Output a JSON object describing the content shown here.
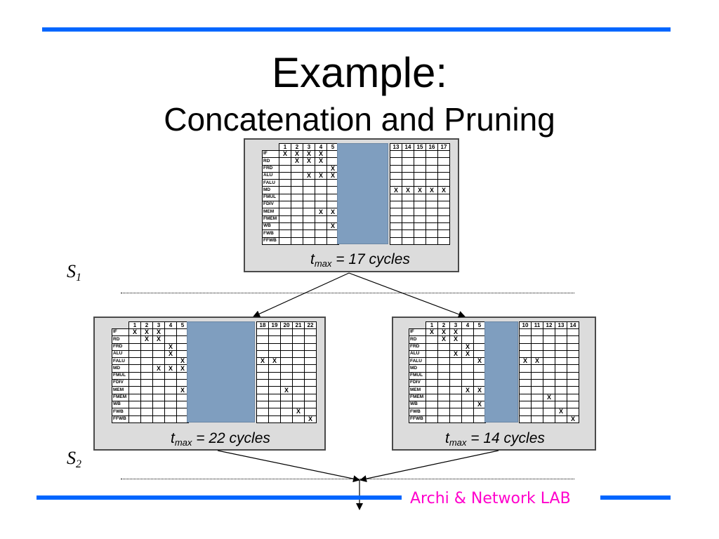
{
  "slide": {
    "title": "Example:",
    "subtitle": "Concatenation and Pruning",
    "footer": "Archi & Network LAB",
    "accent_color": "#0066ff",
    "footer_color": "#ff00cc",
    "gap_color": "#7f9ebf",
    "panel_color": "#dcdcdc"
  },
  "labels": {
    "s1": "S",
    "s1_sub": "1",
    "s2": "S",
    "s2_sub": "2"
  },
  "rows": [
    "IF",
    "RD",
    "FRD",
    "ALU",
    "FALU",
    "MD",
    "FMUL",
    "FDIV",
    "MEM",
    "FMEM",
    "WB",
    "FWB",
    "FFWB"
  ],
  "tables": {
    "top": {
      "left_cols": [
        "1",
        "2",
        "3",
        "4",
        "5"
      ],
      "right_cols": [
        "13",
        "14",
        "15",
        "16",
        "17"
      ],
      "tmax_prefix": "t",
      "tmax_sub": "max",
      "tmax_rest": " = 17 cycles",
      "left_marks": [
        [
          "X",
          "X",
          "X",
          "X",
          ""
        ],
        [
          "",
          "X",
          "X",
          "X",
          ""
        ],
        [
          "",
          "",
          "",
          "",
          "X"
        ],
        [
          "",
          "",
          "X",
          "X",
          "X"
        ],
        [
          "",
          "",
          "",
          "",
          ""
        ],
        [
          "",
          "",
          "",
          "",
          ""
        ],
        [
          "",
          "",
          "",
          "",
          ""
        ],
        [
          "",
          "",
          "",
          "",
          ""
        ],
        [
          "",
          "",
          "",
          "X",
          "X"
        ],
        [
          "",
          "",
          "",
          "",
          ""
        ],
        [
          "",
          "",
          "",
          "",
          "X"
        ],
        [
          "",
          "",
          "",
          "",
          ""
        ],
        [
          "",
          "",
          "",
          "",
          ""
        ]
      ],
      "right_marks": [
        [
          "",
          "",
          "",
          "",
          ""
        ],
        [
          "",
          "",
          "",
          "",
          ""
        ],
        [
          "",
          "",
          "",
          "",
          ""
        ],
        [
          "",
          "",
          "",
          "",
          ""
        ],
        [
          "",
          "",
          "",
          "",
          ""
        ],
        [
          "X",
          "X",
          "X",
          "X",
          "X"
        ],
        [
          "",
          "",
          "",
          "",
          ""
        ],
        [
          "",
          "",
          "",
          "",
          ""
        ],
        [
          "",
          "",
          "",
          "",
          ""
        ],
        [
          "",
          "",
          "",
          "",
          ""
        ],
        [
          "",
          "",
          "",
          "",
          ""
        ],
        [
          "",
          "",
          "",
          "",
          ""
        ],
        [
          "",
          "",
          "",
          "",
          ""
        ]
      ]
    },
    "left": {
      "left_cols": [
        "1",
        "2",
        "3",
        "4",
        "5"
      ],
      "right_cols": [
        "18",
        "19",
        "20",
        "21",
        "22"
      ],
      "tmax_prefix": "t",
      "tmax_sub": "max",
      "tmax_rest": " = 22 cycles",
      "left_marks": [
        [
          "X",
          "X",
          "X",
          "",
          ""
        ],
        [
          "",
          "X",
          "X",
          "",
          ""
        ],
        [
          "",
          "",
          "",
          "X",
          ""
        ],
        [
          "",
          "",
          "",
          "X",
          ""
        ],
        [
          "",
          "",
          "",
          "",
          "X"
        ],
        [
          "",
          "",
          "X",
          "X",
          "X"
        ],
        [
          "",
          "",
          "",
          "",
          ""
        ],
        [
          "",
          "",
          "",
          "",
          ""
        ],
        [
          "",
          "",
          "",
          "",
          "X"
        ],
        [
          "",
          "",
          "",
          "",
          ""
        ],
        [
          "",
          "",
          "",
          "",
          ""
        ],
        [
          "",
          "",
          "",
          "",
          ""
        ],
        [
          "",
          "",
          "",
          "",
          ""
        ]
      ],
      "right_marks": [
        [
          "",
          "",
          "",
          "",
          ""
        ],
        [
          "",
          "",
          "",
          "",
          ""
        ],
        [
          "",
          "",
          "",
          "",
          ""
        ],
        [
          "",
          "",
          "",
          "",
          ""
        ],
        [
          "X",
          "X",
          "",
          "",
          ""
        ],
        [
          "",
          "",
          "",
          "",
          ""
        ],
        [
          "",
          "",
          "",
          "",
          ""
        ],
        [
          "",
          "",
          "",
          "",
          ""
        ],
        [
          "",
          "",
          "X",
          "",
          ""
        ],
        [
          "",
          "",
          "",
          "",
          ""
        ],
        [
          "",
          "",
          "",
          "",
          ""
        ],
        [
          "",
          "",
          "",
          "X",
          ""
        ],
        [
          "",
          "",
          "",
          "",
          "X"
        ]
      ]
    },
    "right": {
      "left_cols": [
        "1",
        "2",
        "3",
        "4",
        "5"
      ],
      "right_cols": [
        "10",
        "11",
        "12",
        "13",
        "14"
      ],
      "tmax_prefix": "t",
      "tmax_sub": "max",
      "tmax_rest": " = 14 cycles",
      "left_marks": [
        [
          "X",
          "X",
          "X",
          "",
          ""
        ],
        [
          "",
          "X",
          "X",
          "",
          ""
        ],
        [
          "",
          "",
          "",
          "X",
          ""
        ],
        [
          "",
          "",
          "X",
          "X",
          ""
        ],
        [
          "",
          "",
          "",
          "",
          "X"
        ],
        [
          "",
          "",
          "",
          "",
          ""
        ],
        [
          "",
          "",
          "",
          "",
          ""
        ],
        [
          "",
          "",
          "",
          "",
          ""
        ],
        [
          "",
          "",
          "",
          "X",
          "X"
        ],
        [
          "",
          "",
          "",
          "",
          ""
        ],
        [
          "",
          "",
          "",
          "",
          "X"
        ],
        [
          "",
          "",
          "",
          "",
          ""
        ],
        [
          "",
          "",
          "",
          "",
          ""
        ]
      ],
      "right_marks": [
        [
          "",
          "",
          "",
          "",
          ""
        ],
        [
          "",
          "",
          "",
          "",
          ""
        ],
        [
          "",
          "",
          "",
          "",
          ""
        ],
        [
          "",
          "",
          "",
          "",
          ""
        ],
        [
          "X",
          "X",
          "",
          "",
          ""
        ],
        [
          "",
          "",
          "",
          "",
          ""
        ],
        [
          "",
          "",
          "",
          "",
          ""
        ],
        [
          "",
          "",
          "",
          "",
          ""
        ],
        [
          "",
          "",
          "",
          "",
          ""
        ],
        [
          "",
          "",
          "X",
          "",
          ""
        ],
        [
          "",
          "",
          "",
          "",
          ""
        ],
        [
          "",
          "",
          "",
          "X",
          ""
        ],
        [
          "",
          "",
          "",
          "",
          "X"
        ]
      ]
    }
  }
}
